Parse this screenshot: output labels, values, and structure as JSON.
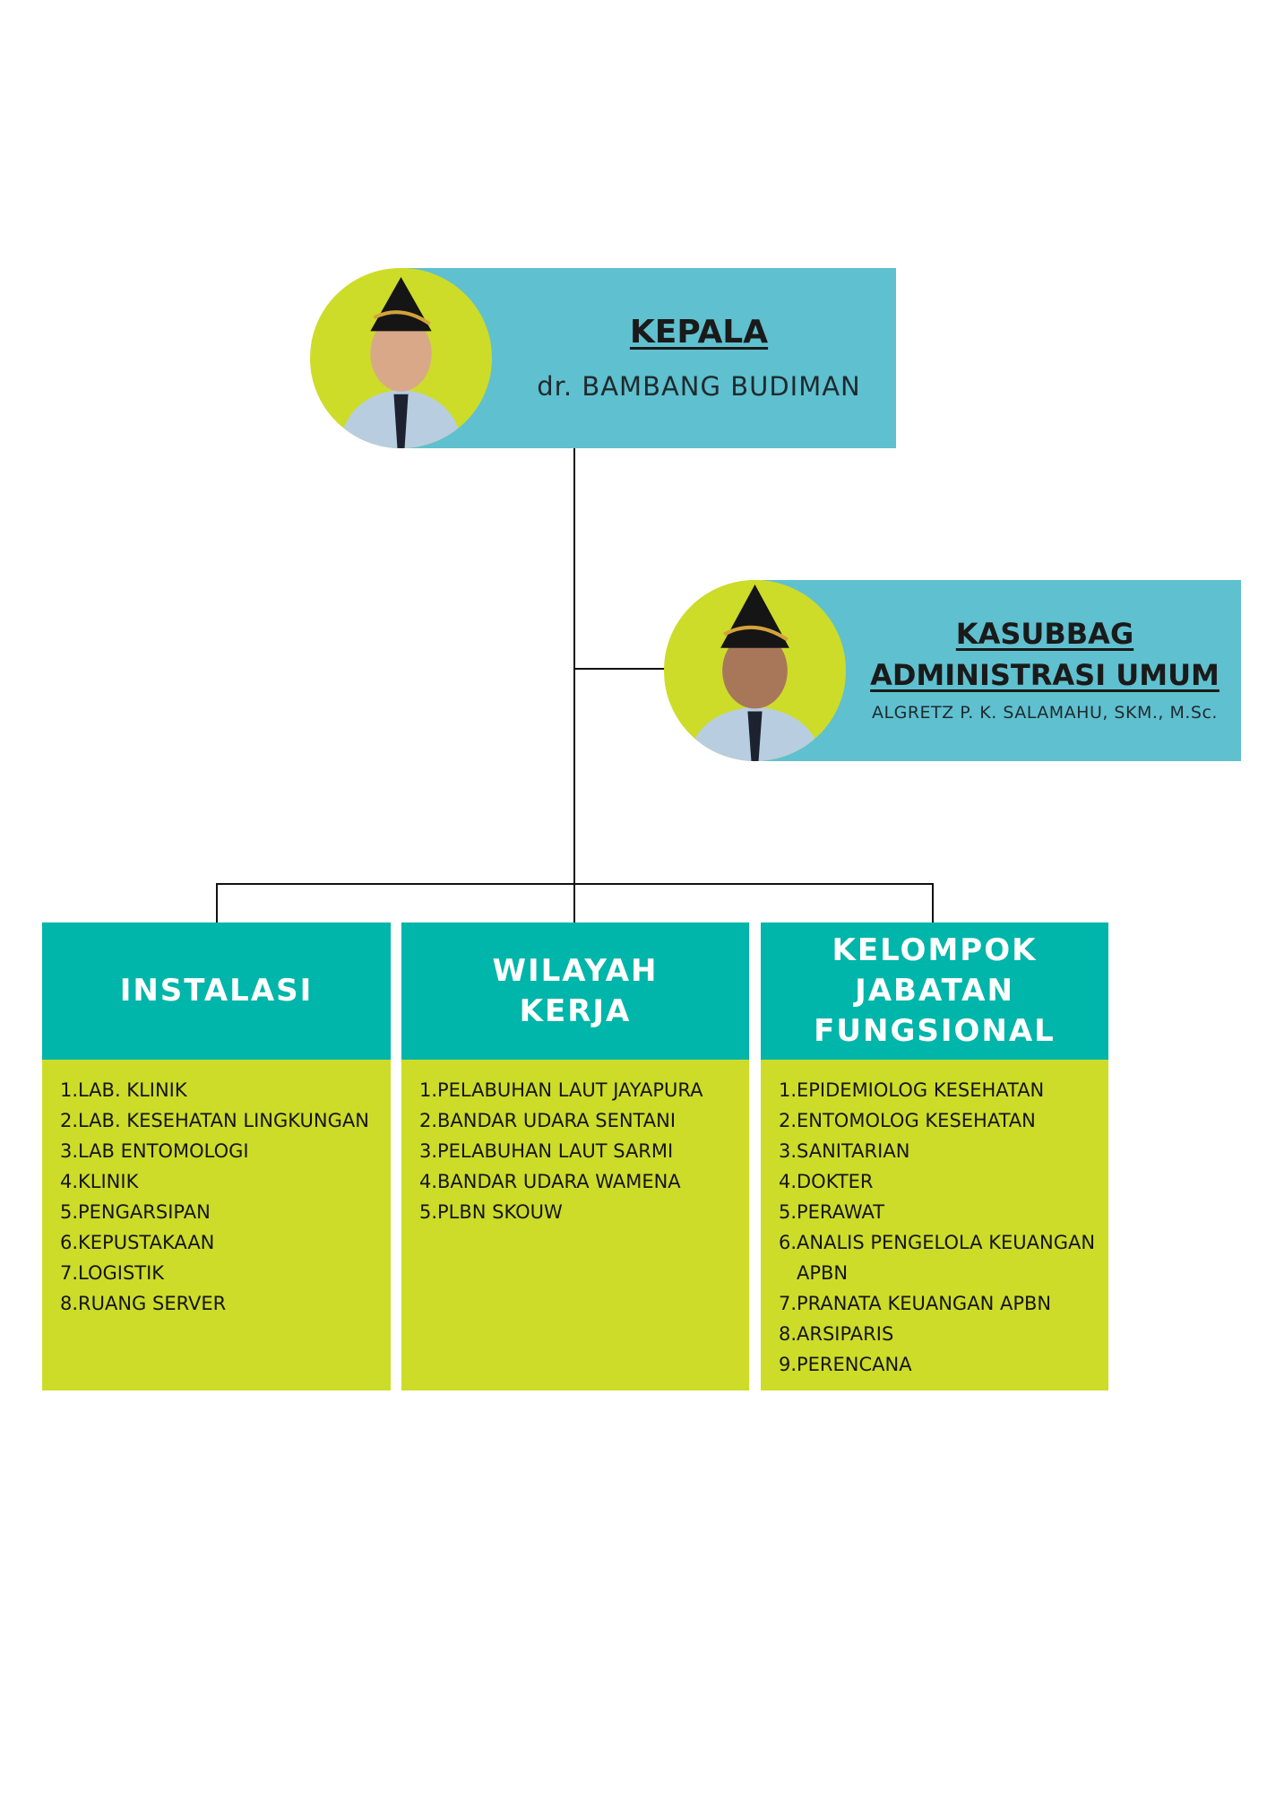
{
  "head": {
    "title": "KEPALA",
    "name": "dr. BAMBANG BUDIMAN"
  },
  "admin": {
    "title_line1": "KASUBBAG",
    "title_line2": "ADMINISTRASI UMUM",
    "name": "ALGRETZ P. K. SALAMAHU, SKM., M.Sc."
  },
  "columns": [
    {
      "title": "INSTALASI",
      "items": [
        "LAB. KLINIK",
        "LAB. KESEHATAN LINGKUNGAN",
        "LAB ENTOMOLOGI",
        "KLINIK",
        "PENGARSIPAN",
        "KEPUSTAKAAN",
        "LOGISTIK",
        "RUANG SERVER"
      ]
    },
    {
      "title": "WILAYAH KERJA",
      "items": [
        "PELABUHAN LAUT JAYAPURA",
        "BANDAR UDARA SENTANI",
        "PELABUHAN LAUT SARMI",
        "BANDAR UDARA WAMENA",
        "PLBN SKOUW"
      ]
    },
    {
      "title": "KELOMPOK JABATAN FUNGSIONAL",
      "items": [
        "EPIDEMIOLOG KESEHATAN",
        "ENTOMOLOG KESEHATAN",
        "SANITARIAN",
        "DOKTER",
        "PERAWAT",
        "ANALIS PENGELOLA KEUANGAN APBN",
        "PRANATA KEUANGAN APBN",
        "ARSIPARIS",
        "PERENCANA"
      ]
    }
  ],
  "colors": {
    "card": "#5fc0cf",
    "header": "#00b5a9",
    "body": "#cddc29"
  }
}
